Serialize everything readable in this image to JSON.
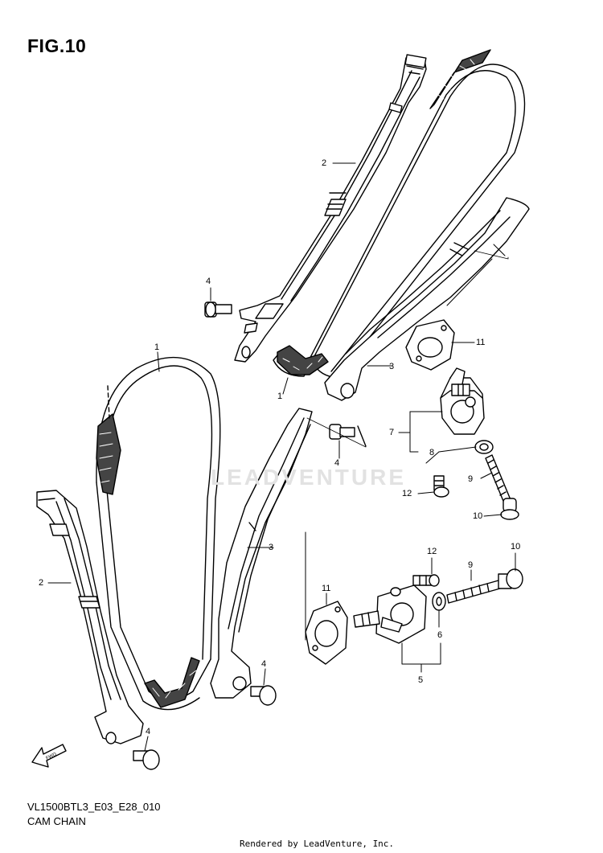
{
  "figure": {
    "title": "FIG.10",
    "code": "VL1500BTL3_E03_E28_010",
    "caption": "CAM CHAIN"
  },
  "credit": "Rendered by LeadVenture, Inc.",
  "watermark": "LEADVENTURE",
  "callouts": [
    {
      "id": "c-2-top",
      "label": "2"
    },
    {
      "id": "c-4-top",
      "label": "4"
    },
    {
      "id": "c-3-top",
      "label": "3"
    },
    {
      "id": "c-1-top",
      "label": "1"
    },
    {
      "id": "c-11-top",
      "label": "11"
    },
    {
      "id": "c-7",
      "label": "7"
    },
    {
      "id": "c-8",
      "label": "8"
    },
    {
      "id": "c-4-mid",
      "label": "4"
    },
    {
      "id": "c-9-top",
      "label": "9"
    },
    {
      "id": "c-12-top",
      "label": "12"
    },
    {
      "id": "c-10-top",
      "label": "10"
    },
    {
      "id": "c-1-left",
      "label": "1"
    },
    {
      "id": "c-2-left",
      "label": "2"
    },
    {
      "id": "c-3-mid",
      "label": "3"
    },
    {
      "id": "c-12-bot",
      "label": "12"
    },
    {
      "id": "c-10-bot",
      "label": "10"
    },
    {
      "id": "c-9-bot",
      "label": "9"
    },
    {
      "id": "c-11-bot",
      "label": "11"
    },
    {
      "id": "c-6",
      "label": "6"
    },
    {
      "id": "c-5",
      "label": "5"
    },
    {
      "id": "c-4-low",
      "label": "4"
    },
    {
      "id": "c-4-bot",
      "label": "4"
    }
  ],
  "icons": {
    "fwd": "fwd-arrow-icon"
  }
}
